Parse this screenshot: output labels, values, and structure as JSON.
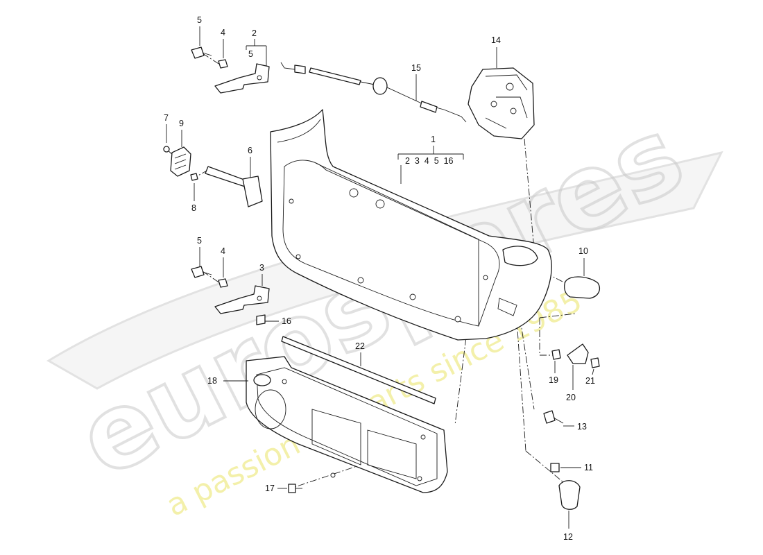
{
  "watermark": {
    "brand": "eurospares",
    "tagline": "a passion for parts since 1985"
  },
  "callouts": [
    {
      "id": "c-5-top",
      "text": "5"
    },
    {
      "id": "c-4-top",
      "text": "4"
    },
    {
      "id": "c-2-top",
      "text": "2"
    },
    {
      "id": "c-5-sub",
      "text": "5"
    },
    {
      "id": "c-15",
      "text": "15"
    },
    {
      "id": "c-14",
      "text": "14"
    },
    {
      "id": "c-7",
      "text": "7"
    },
    {
      "id": "c-9",
      "text": "9"
    },
    {
      "id": "c-6",
      "text": "6"
    },
    {
      "id": "c-8",
      "text": "8"
    },
    {
      "id": "c-1",
      "text": "1"
    },
    {
      "id": "c-1-sub",
      "text": "2  3  4  5  16"
    },
    {
      "id": "c-5-mid",
      "text": "5"
    },
    {
      "id": "c-4-mid",
      "text": "4"
    },
    {
      "id": "c-3",
      "text": "3"
    },
    {
      "id": "c-10",
      "text": "10"
    },
    {
      "id": "c-16",
      "text": "16"
    },
    {
      "id": "c-22",
      "text": "22"
    },
    {
      "id": "c-18",
      "text": "18"
    },
    {
      "id": "c-19",
      "text": "19"
    },
    {
      "id": "c-20",
      "text": "20"
    },
    {
      "id": "c-21",
      "text": "21"
    },
    {
      "id": "c-13",
      "text": "13"
    },
    {
      "id": "c-11",
      "text": "11"
    },
    {
      "id": "c-17",
      "text": "17"
    },
    {
      "id": "c-12",
      "text": "12"
    }
  ]
}
